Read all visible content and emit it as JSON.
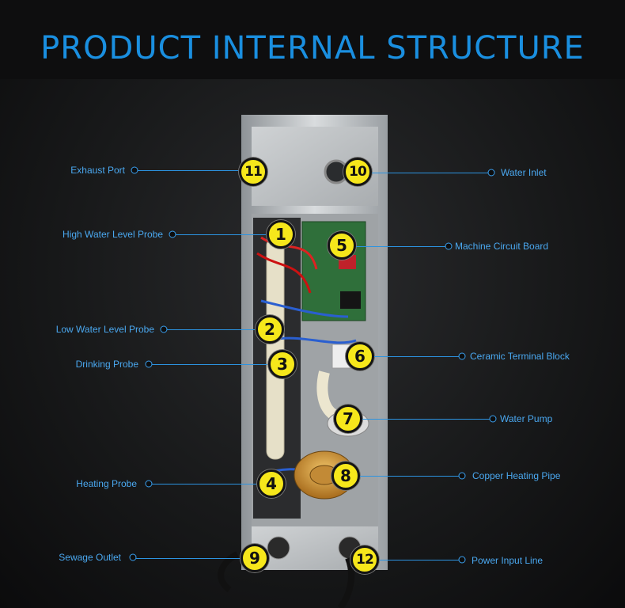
{
  "title": "PRODUCT INTERNAL STRUCTURE",
  "callouts": [
    {
      "number": "1",
      "label": "High Water Level Probe"
    },
    {
      "number": "2",
      "label": "Low Water Level Probe"
    },
    {
      "number": "3",
      "label": "Drinking Probe"
    },
    {
      "number": "4",
      "label": "Heating Probe"
    },
    {
      "number": "5",
      "label": "Machine Circuit Board"
    },
    {
      "number": "6",
      "label": "Ceramic Terminal Block"
    },
    {
      "number": "7",
      "label": "Water Pump"
    },
    {
      "number": "8",
      "label": "Copper Heating Pipe"
    },
    {
      "number": "9",
      "label": "Sewage Outlet"
    },
    {
      "number": "10",
      "label": "Water Inlet"
    },
    {
      "number": "11",
      "label": "Exhaust Port"
    },
    {
      "number": "12",
      "label": "Power Input Line"
    }
  ],
  "colors": {
    "title": "#1a8fe0",
    "label": "#4aa8f0",
    "badge": "#f6e71b",
    "leader": "#2c93e0"
  }
}
